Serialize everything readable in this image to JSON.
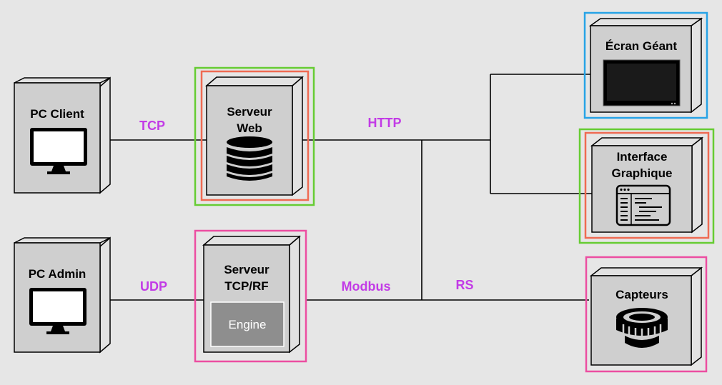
{
  "colors": {
    "background": "#e6e6e6",
    "box_front": "#cfcfcf",
    "box_side": "#e2e2e2",
    "link_label": "#c23be6",
    "frame_green": "#66cc33",
    "frame_orange": "#ef6b53",
    "frame_blue": "#27a3e6",
    "frame_pink": "#ec4ea1",
    "engine_fill": "#8e8e8e"
  },
  "nodes": {
    "pc_client": {
      "label": "PC Client",
      "icon": "monitor-icon"
    },
    "pc_admin": {
      "label": "PC Admin",
      "icon": "monitor-icon"
    },
    "serveur_web": {
      "label_line1": "Serveur",
      "label_line2": "Web",
      "icon": "database-icon"
    },
    "serveur_tcp": {
      "label_line1": "Serveur",
      "label_line2": "TCP/RF",
      "engine_label": "Engine"
    },
    "ecran_geant": {
      "label": "Écran Géant",
      "icon": "screen-icon"
    },
    "interface_graphique": {
      "label_line1": "Interface",
      "label_line2": "Graphique",
      "icon": "code-window-icon"
    },
    "capteurs": {
      "label": "Capteurs",
      "icon": "sensor-icon"
    }
  },
  "links": {
    "tcp": "TCP",
    "udp": "UDP",
    "http": "HTTP",
    "modbus": "Modbus",
    "rs": "RS"
  }
}
